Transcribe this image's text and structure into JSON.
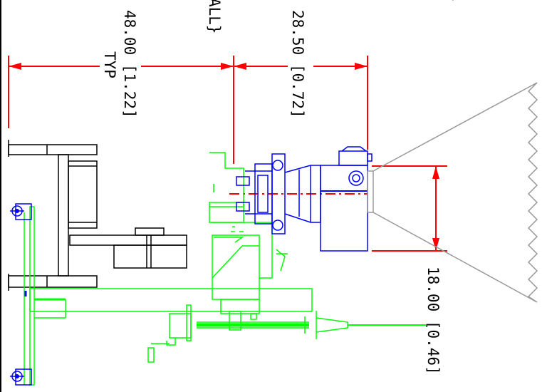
{
  "colors": {
    "dimension": "#ff0000",
    "frame": "#000000",
    "fixture": "#00ff00",
    "device": "#0000ff",
    "beam": "#999999"
  },
  "labels": {
    "dim_spacing": "48.00 [1.22]",
    "dim_spacing_note": "TYP",
    "dim_offset": "28.50 [0.72]",
    "dim_width": "18.00 [0.46]",
    "partial_text": "ALL}",
    "partial_text_2": "}"
  }
}
